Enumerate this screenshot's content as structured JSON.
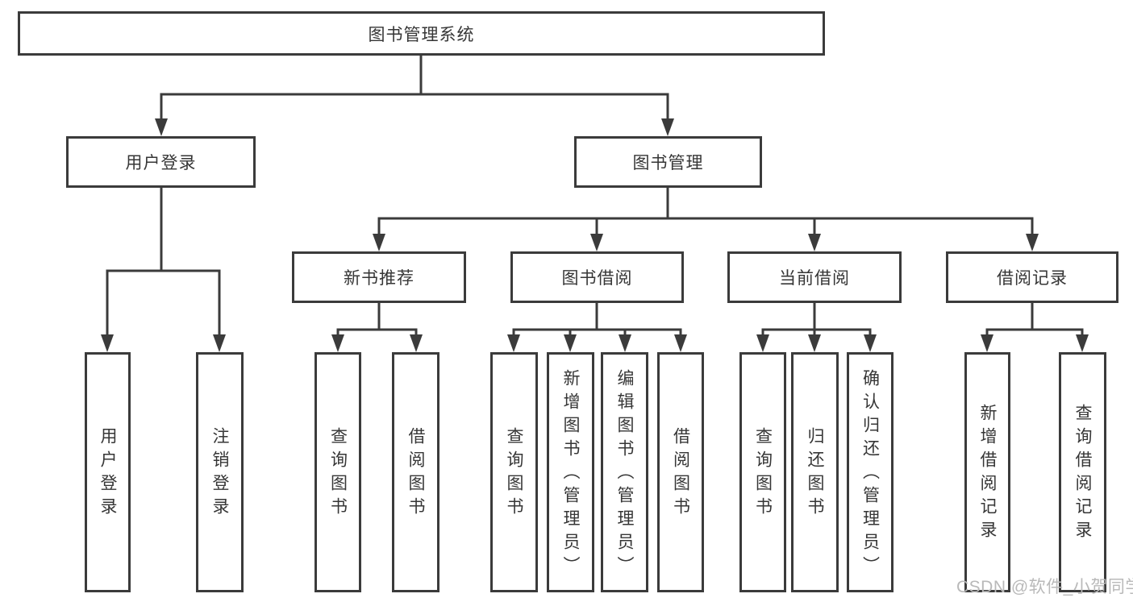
{
  "colors": {
    "line": "#3b3b3b",
    "text": "#363636",
    "watermark": "#b9b9b9",
    "paper": "#ffffff"
  },
  "diagram": {
    "root_label": "图书管理系统",
    "branches": {
      "user_login": {
        "label": "用户登录",
        "children": [
          "用户登录",
          "注销登录"
        ]
      },
      "book_management": {
        "label": "图书管理",
        "sections": [
          {
            "label": "新书推荐",
            "children": [
              "查询图书",
              "借阅图书"
            ]
          },
          {
            "label": "图书借阅",
            "children": [
              "查询图书",
              "新增图书（管理员）",
              "编辑图书（管理员）",
              "借阅图书"
            ]
          },
          {
            "label": "当前借阅",
            "children": [
              "查询图书",
              "归还图书",
              "确认归还（管理员）"
            ]
          },
          {
            "label": "借阅记录",
            "children": [
              "新增借阅记录",
              "查询借阅记录"
            ]
          }
        ]
      }
    }
  },
  "watermark": {
    "text": "CSDN @软件_小贺同学"
  }
}
